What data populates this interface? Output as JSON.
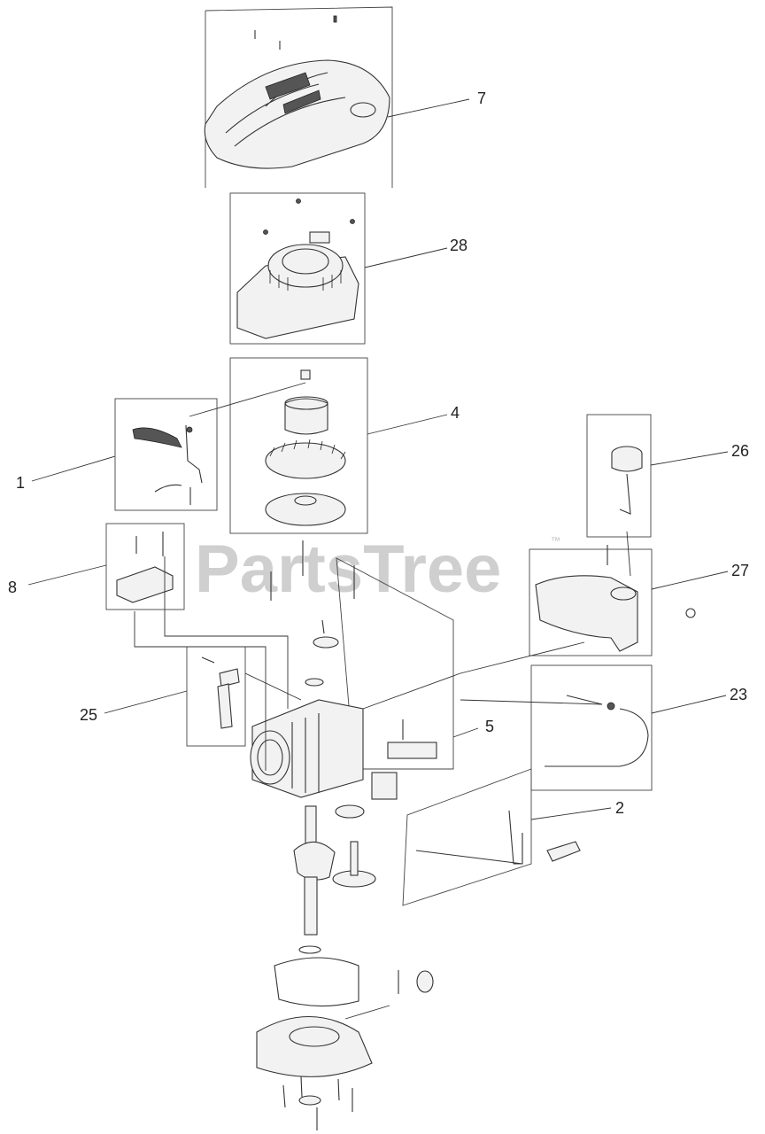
{
  "watermark": {
    "text": "PartsTree",
    "trademark": "™"
  },
  "callouts": [
    {
      "id": "c7",
      "label": "7"
    },
    {
      "id": "c28",
      "label": "28"
    },
    {
      "id": "c4",
      "label": "4"
    },
    {
      "id": "c1",
      "label": "1"
    },
    {
      "id": "c26",
      "label": "26"
    },
    {
      "id": "c8",
      "label": "8"
    },
    {
      "id": "c27",
      "label": "27"
    },
    {
      "id": "c25",
      "label": "25"
    },
    {
      "id": "c23",
      "label": "23"
    },
    {
      "id": "c5",
      "label": "5"
    },
    {
      "id": "c2",
      "label": "2"
    }
  ]
}
